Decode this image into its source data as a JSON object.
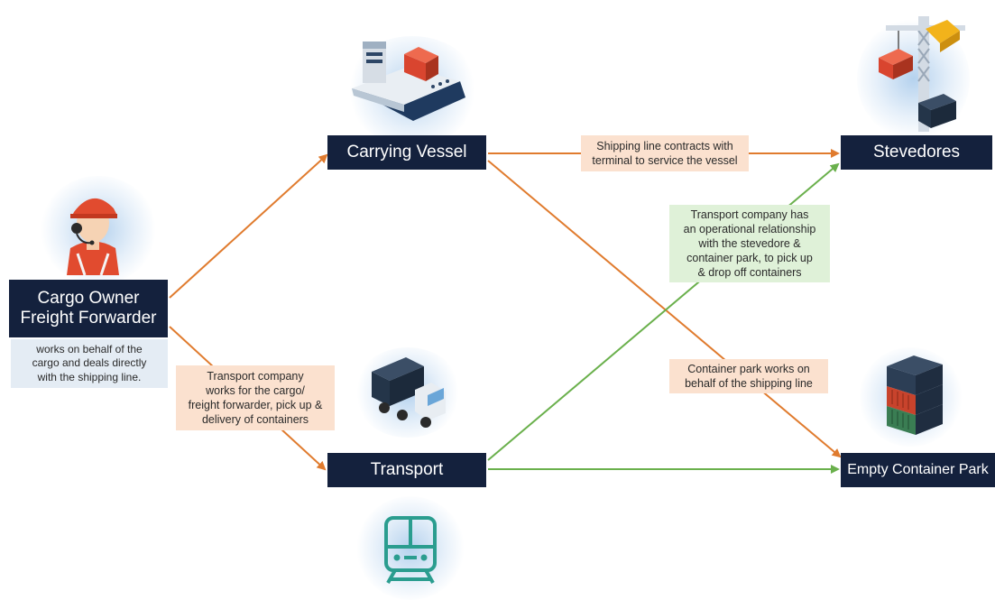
{
  "colors": {
    "node_bg": "#14213d",
    "orange_arrow": "#e07b2e",
    "green_arrow": "#6ab04c",
    "orange_note": "#fbe1cf",
    "green_note": "#dff1d8"
  },
  "nodes": {
    "cargo_owner": {
      "line1": "Cargo Owner",
      "line2": "Freight Forwarder"
    },
    "carrying_vessel": {
      "label": "Carrying Vessel"
    },
    "stevedores": {
      "label": "Stevedores"
    },
    "transport": {
      "label": "Transport"
    },
    "empty_container_park": {
      "label": "Empty Container Park"
    }
  },
  "notes": {
    "cargo_owner_desc": {
      "lines": [
        "works on behalf of the",
        "cargo and deals directly",
        "with the shipping line."
      ]
    },
    "shipping_line": {
      "lines": [
        "Shipping line contracts with",
        "terminal to service the vessel"
      ]
    },
    "transport_company_ops": {
      "lines": [
        "Transport company has",
        "an operational relationship",
        "with the stevedore &",
        "container park, to pick up",
        "& drop off containers"
      ]
    },
    "transport_for_cargo": {
      "lines": [
        "Transport  company",
        "works for the cargo/",
        "freight forwarder, pick up &",
        "delivery of containers"
      ]
    },
    "container_park": {
      "lines": [
        "Container park works on",
        "behalf of the shipping line"
      ]
    }
  },
  "icons": [
    "worker-icon",
    "ship-icon",
    "crane-icon",
    "truck-icon",
    "train-icon",
    "container-stack-icon"
  ]
}
